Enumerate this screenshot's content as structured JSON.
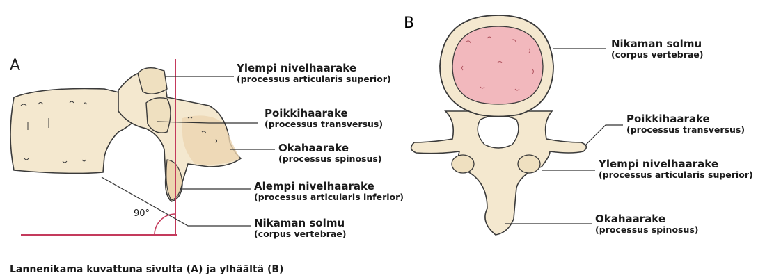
{
  "panelA": {
    "letter": "A",
    "angle": "90°",
    "labels": {
      "superior": {
        "fi": "Ylempi nivelhaarake",
        "la": "(processus articularis superior)"
      },
      "transverse": {
        "fi": "Poikkihaarake",
        "la": "(processus transversus)"
      },
      "spinous": {
        "fi": "Okahaarake",
        "la": "(processus spinosus)"
      },
      "inferior": {
        "fi": "Alempi nivelhaarake",
        "la": "(processus articularis inferior)"
      },
      "body": {
        "fi": "Nikaman solmu",
        "la": "(corpus vertebrae)"
      }
    }
  },
  "panelB": {
    "letter": "B",
    "labels": {
      "body": {
        "fi": "Nikaman solmu",
        "la": "(corpus vertebrae)"
      },
      "transverse": {
        "fi": "Poikkihaarake",
        "la": "(processus transversus)"
      },
      "superior": {
        "fi": "Ylempi nivelhaarake",
        "la": "(processus articularis superior)"
      },
      "spinous": {
        "fi": "Okahaarake",
        "la": "(processus spinosus)"
      }
    }
  },
  "caption": "Lannenikama kuvattuna sivulta (A) ja ylhäältä (B)",
  "colors": {
    "bone": "#f4e8cf",
    "bone_outline": "#3a3a3a",
    "marrow": "#f2b8bd",
    "right_angle": "#c43a5c",
    "leader": "#333333"
  }
}
